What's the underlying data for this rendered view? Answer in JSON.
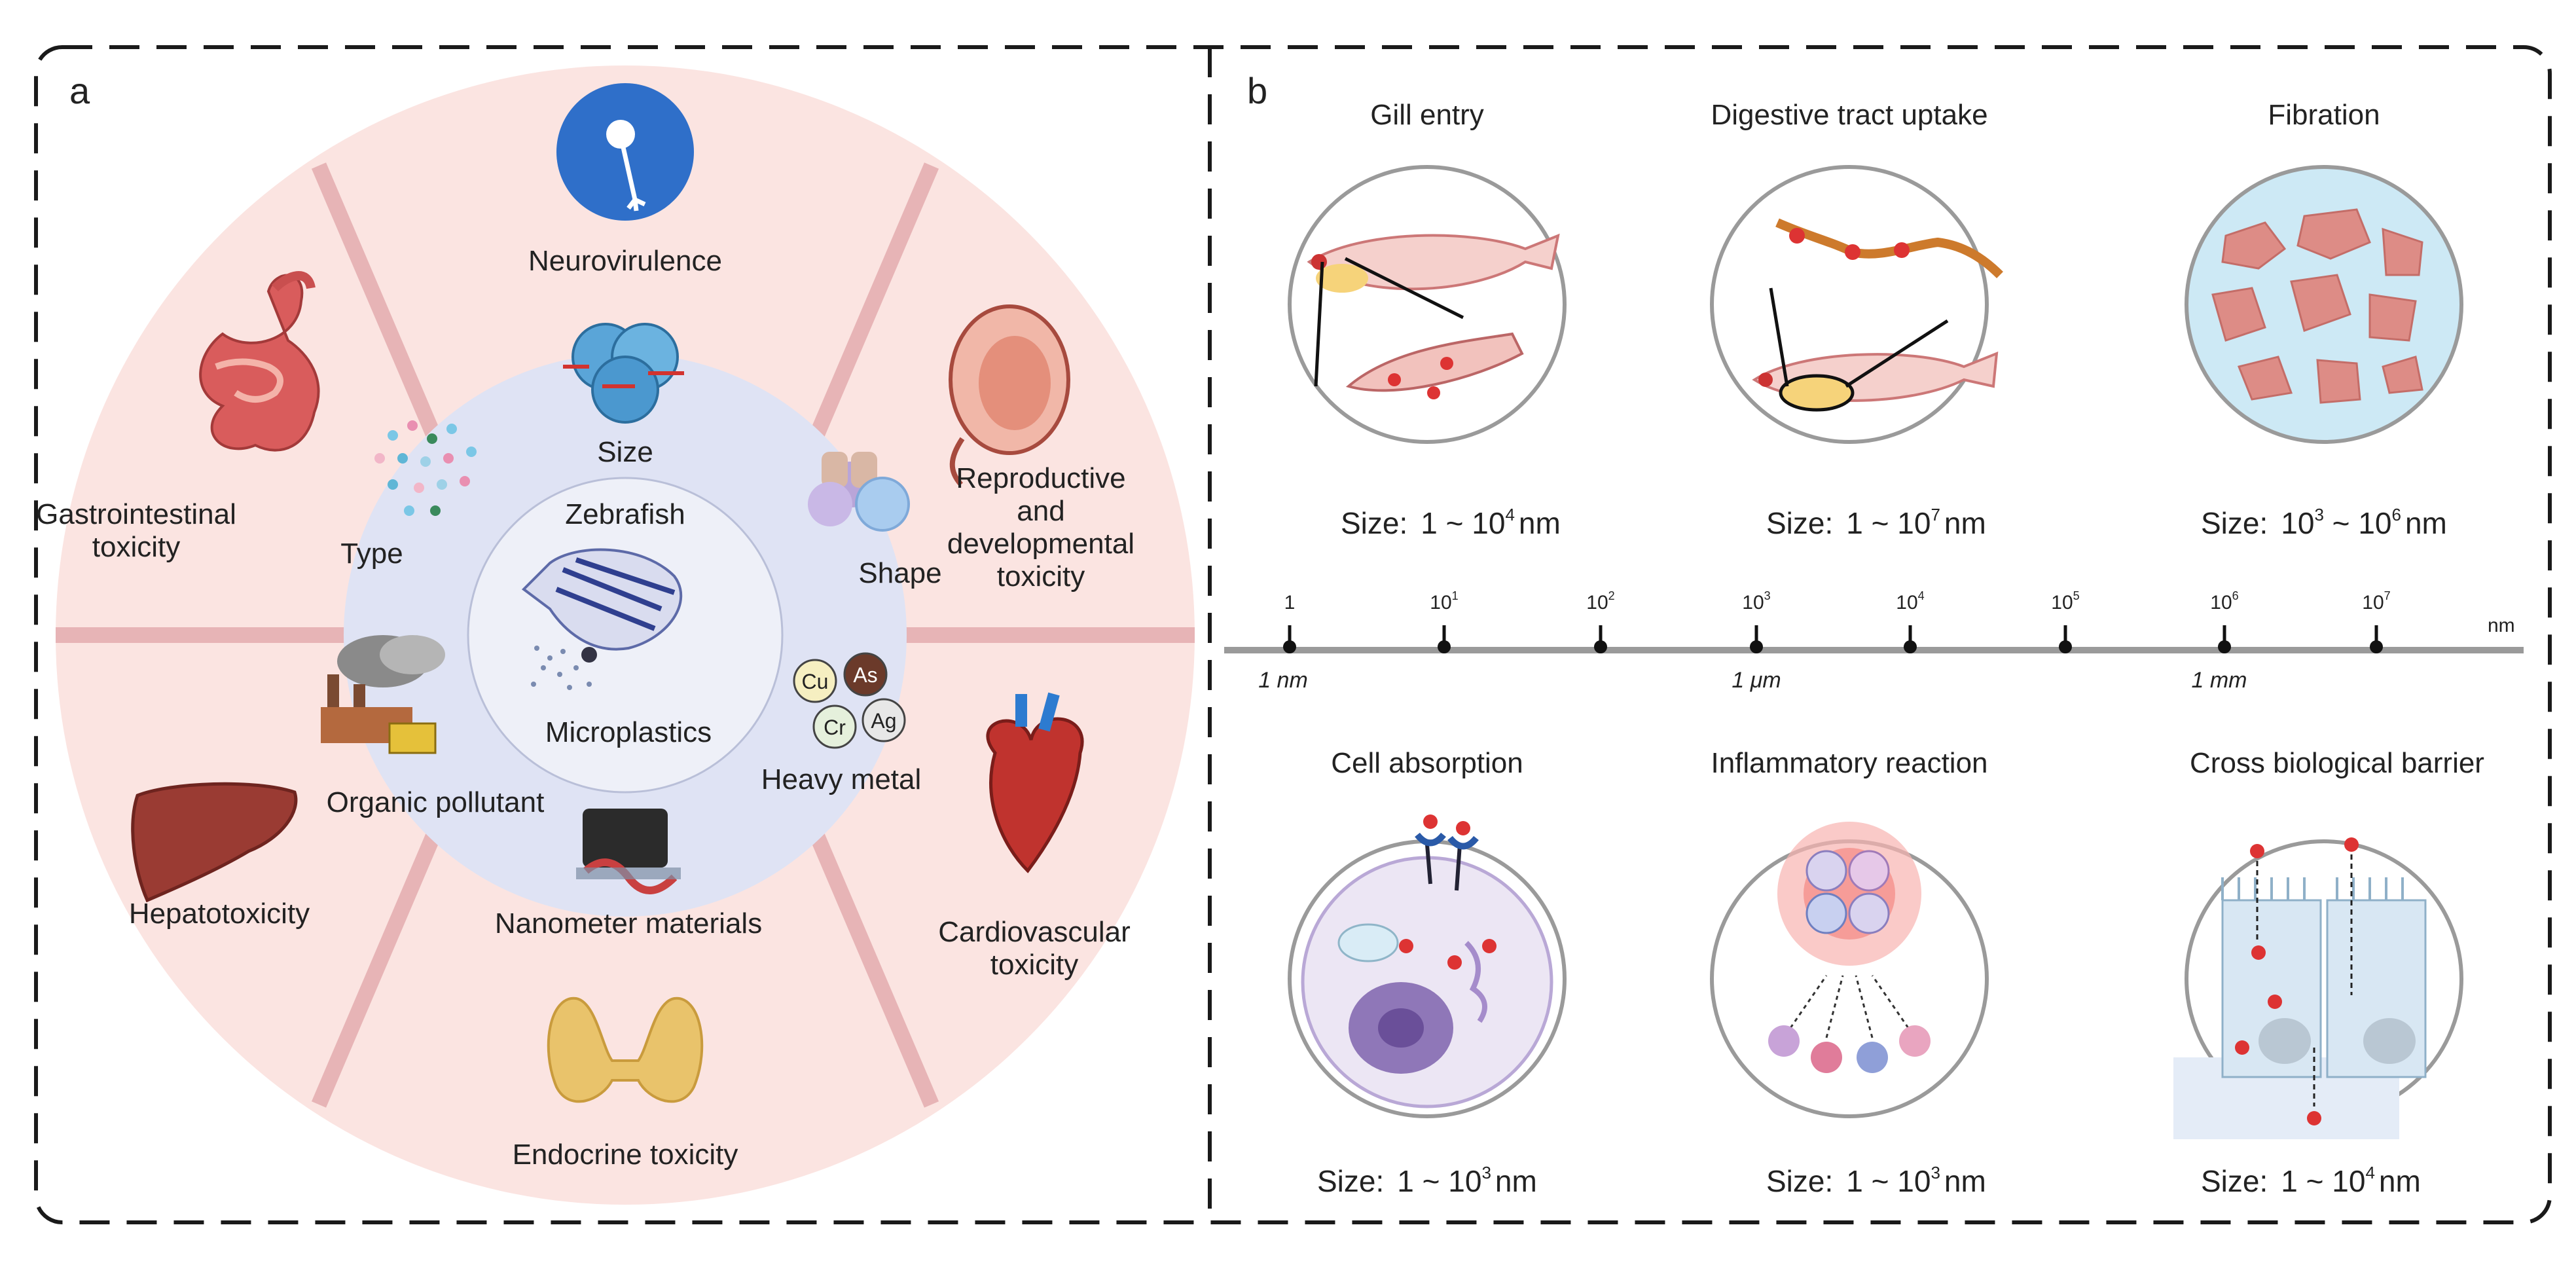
{
  "panel_a": {
    "letter": "a",
    "outer_ring": {
      "neuro": "Neurovirulence",
      "gastro_1": "Gastrointestinal",
      "gastro_2": "toxicity",
      "repro_1": "Reproductive",
      "repro_2": "and",
      "repro_3": "developmental",
      "repro_4": "toxicity",
      "hepato": "Hepatotoxicity",
      "cardio_1": "Cardiovascular",
      "cardio_2": "toxicity",
      "endocrine": "Endocrine toxicity"
    },
    "inner_ring": {
      "size": "Size",
      "type": "Type",
      "shape": "Shape",
      "organic": "Organic pollutant",
      "heavy": "Heavy metal",
      "nano": "Nanometer materials",
      "metals": {
        "cu": "Cu",
        "as": "As",
        "cr": "Cr",
        "ag": "Ag"
      }
    },
    "center": {
      "top": "Zebrafish",
      "bottom": "Microplastics"
    },
    "colors": {
      "outer": "#fbe4e1",
      "inner": "#dfe3f4",
      "center": "#eef0f8",
      "spoke": "#e7b4b6"
    }
  },
  "panel_b": {
    "letter": "b",
    "size_prefix": "Size:",
    "top": [
      {
        "title": "Gill entry",
        "s1": "1 ~ 10",
        "e1": "4",
        "u": "nm"
      },
      {
        "title": "Digestive tract uptake",
        "s1": "1 ~ 10",
        "e1": "7",
        "u": "nm"
      },
      {
        "title": "Fibration",
        "s1": "10",
        "e0": "3",
        "mid": " ~ 10",
        "e1": "6",
        "u": "nm"
      }
    ],
    "bottom": [
      {
        "title": "Cell absorption",
        "s1": "1 ~ 10",
        "e1": "3",
        "u": "nm"
      },
      {
        "title": "Inflammatory reaction",
        "s1": "1 ~ 10",
        "e1": "3",
        "u": "nm"
      },
      {
        "title": "Cross biological barrier",
        "s1": "1 ~ 10",
        "e1": "4",
        "u": "nm"
      }
    ],
    "scale": {
      "unit": "nm",
      "ticks": [
        {
          "base": "1",
          "exp": ""
        },
        {
          "base": "10",
          "exp": "1"
        },
        {
          "base": "10",
          "exp": "2"
        },
        {
          "base": "10",
          "exp": "3"
        },
        {
          "base": "10",
          "exp": "4"
        },
        {
          "base": "10",
          "exp": "5"
        },
        {
          "base": "10",
          "exp": "6"
        },
        {
          "base": "10",
          "exp": "7"
        }
      ],
      "markers": {
        "nm": "1 nm",
        "um": "1 μm",
        "mm": "1 mm"
      }
    }
  }
}
